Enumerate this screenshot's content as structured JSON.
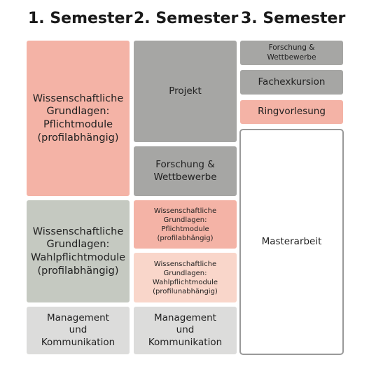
{
  "headers": [
    "1. Semester",
    "2. Semester",
    "3. Semester"
  ],
  "colors": {
    "salmon": "#f4b3a6",
    "light_salmon": "#f9d6ca",
    "dark_gray": "#a6a6a4",
    "sage_gray": "#c5c9c1",
    "light_gray": "#dcdcdb",
    "white": "#ffffff",
    "outline": "#999999"
  },
  "sem1": {
    "grundlagen_pflicht": "Wissenschaftliche\nGrundlagen:\nPflichtmodule\n(profilabhängig)",
    "grundlagen_wahl": "Wissenschaftliche\nGrundlagen:\nWahlpflichtmodule\n(profilabhängig)",
    "management": "Management\nund\nKommunikation"
  },
  "sem2": {
    "projekt": "Projekt",
    "forschung": "Forschung &\nWettbewerbe",
    "grundlagen_pflicht": "Wissenschaftliche\nGrundlagen:\nPflichtmodule\n(profilabhängig)",
    "grundlagen_wahl": "Wissenschaftliche\nGrundlagen:\nWahlpflichtmodule\n(profilunabhängig)",
    "management": "Management\nund\nKommunikation"
  },
  "sem3": {
    "forschung": "Forschung &\nWettbewerbe",
    "fachexkursion": "Fachexkursion",
    "ringvorlesung": "Ringvorlesung",
    "masterarbeit": "Masterarbeit"
  }
}
